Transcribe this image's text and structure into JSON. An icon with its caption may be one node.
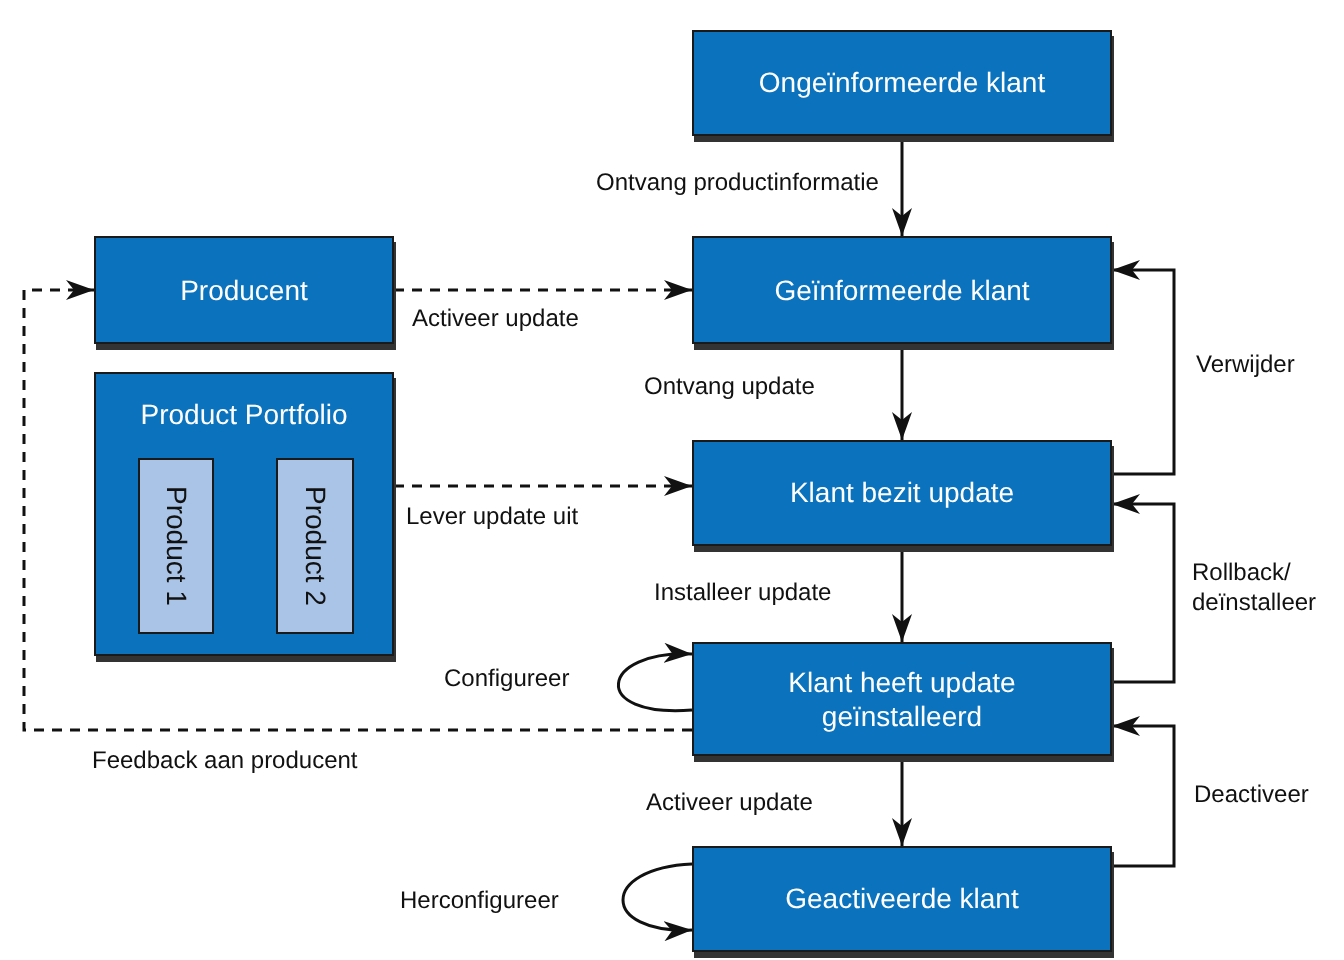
{
  "diagram": {
    "nodes": [
      {
        "text": [
          "Ongeïnformeerde klant"
        ]
      },
      {
        "text": [
          "Producent"
        ]
      },
      {
        "text": [
          "Geïnformeerde klant"
        ]
      },
      {
        "text": [
          "Product Portfolio"
        ]
      },
      {
        "text": [
          "Product 1"
        ],
        "in": 3
      },
      {
        "text": [
          "Product 2"
        ],
        "in": 3
      },
      {
        "text": [
          "Klant bezit update"
        ]
      },
      {
        "text": [
          "Klant heeft update geïnstalleerd"
        ]
      },
      {
        "text": [
          "Geactiveerde klant"
        ]
      }
    ],
    "edges": [
      {
        "from": 0,
        "to": 2,
        "arrow": "to",
        "label": "Ontvang productinformatie"
      },
      {
        "from": 1,
        "to": 2,
        "arrow": "to",
        "label": "Activeer update",
        "style": "dashed"
      },
      {
        "from": 2,
        "to": 6,
        "arrow": "to",
        "label": "Ontvang update"
      },
      {
        "from": 3,
        "to": 6,
        "arrow": "to",
        "label": "Lever update uit",
        "style": "dashed"
      },
      {
        "from": 6,
        "to": 7,
        "arrow": "to",
        "label": "Installeer update"
      },
      {
        "from": 7,
        "to": 7,
        "arrow": "to",
        "label": "Configureer"
      },
      {
        "from": 7,
        "to": 1,
        "arrow": "to",
        "label": "Feedback aan producent",
        "style": "dashed"
      },
      {
        "from": 7,
        "to": 8,
        "arrow": "to",
        "label": "Activeer update"
      },
      {
        "from": 8,
        "to": 8,
        "arrow": "to",
        "label": "Herconfigureer"
      },
      {
        "from": 6,
        "to": 2,
        "arrow": "to",
        "label": "Verwijder"
      },
      {
        "from": 7,
        "to": 6,
        "arrow": "to",
        "label": "Rollback/ deïnstalleer"
      },
      {
        "from": 8,
        "to": 7,
        "arrow": "to",
        "label": "Deactiveer"
      }
    ]
  }
}
